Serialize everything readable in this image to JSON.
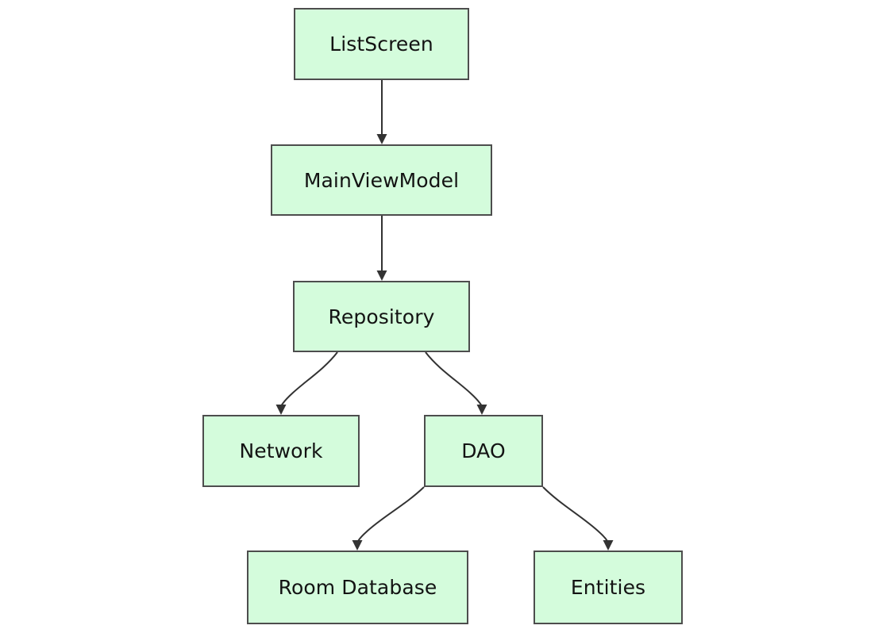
{
  "diagram": {
    "type": "flowchart",
    "direction": "top-down",
    "background_color": "#ffffff",
    "node_fill_color": "#d4fcdc",
    "node_border_color": "#4d4d4d",
    "edge_color": "#333333",
    "text_color": "#131313",
    "nodes": [
      {
        "id": "listscreen",
        "label": "ListScreen"
      },
      {
        "id": "mainviewmodel",
        "label": "MainViewModel"
      },
      {
        "id": "repository",
        "label": "Repository"
      },
      {
        "id": "network",
        "label": "Network"
      },
      {
        "id": "dao",
        "label": "DAO"
      },
      {
        "id": "roomdatabase",
        "label": "Room Database"
      },
      {
        "id": "entities",
        "label": "Entities"
      }
    ],
    "edges": [
      {
        "from": "listscreen",
        "to": "mainviewmodel",
        "label": ""
      },
      {
        "from": "mainviewmodel",
        "to": "repository",
        "label": ""
      },
      {
        "from": "repository",
        "to": "network",
        "label": ""
      },
      {
        "from": "repository",
        "to": "dao",
        "label": ""
      },
      {
        "from": "dao",
        "to": "roomdatabase",
        "label": ""
      },
      {
        "from": "dao",
        "to": "entities",
        "label": ""
      }
    ]
  }
}
